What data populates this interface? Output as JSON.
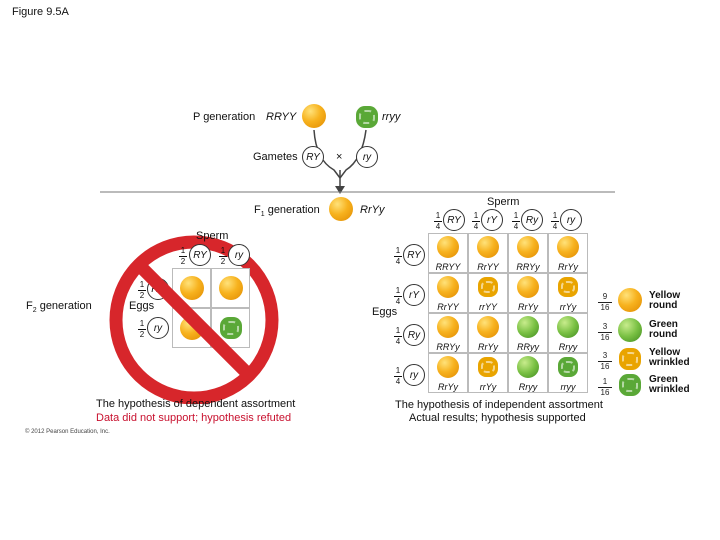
{
  "figure_title": "Figure 9.5A",
  "p_generation": {
    "label": "P generation",
    "left_genotype": "RRYY",
    "right_genotype": "rryy"
  },
  "gametes": {
    "label": "Gametes",
    "left": "RY",
    "right": "ry",
    "cross_symbol": "×"
  },
  "f1": {
    "label": "F",
    "subscript": "1",
    "suffix": " generation",
    "genotype": "RrYy"
  },
  "dependent": {
    "sperm_label": "Sperm",
    "eggs_label": "Eggs",
    "f2_label": "F",
    "f2_subscript": "2",
    "f2_suffix": " generation",
    "fraction_num": "1",
    "fraction_den": "2",
    "gametes": [
      "RY",
      "ry"
    ],
    "caption": "The hypothesis of dependent assortment",
    "result": "Data did not support; hypothesis refuted",
    "result_color": "#c8102e"
  },
  "independent": {
    "sperm_label": "Sperm",
    "eggs_label": "Eggs",
    "fraction_num": "1",
    "fraction_den": "4",
    "gametes": [
      "RY",
      "rY",
      "Ry",
      "ry"
    ],
    "rows": [
      [
        "RRYY",
        "RrYY",
        "RRYy",
        "RrYy"
      ],
      [
        "RrYY",
        "rrYY",
        "RrYy",
        "rrYy"
      ],
      [
        "RRYy",
        "RrYy",
        "RRyy",
        "Rryy"
      ],
      [
        "RrYy",
        "rrYy",
        "Rryy",
        "rryy"
      ]
    ],
    "caption": "The hypothesis of independent assortment",
    "result": "Actual results; hypothesis supported"
  },
  "legend": [
    {
      "num": "9",
      "den": "16",
      "line1": "Yellow",
      "line2": "round"
    },
    {
      "num": "3",
      "den": "16",
      "line1": "Green",
      "line2": "round"
    },
    {
      "num": "3",
      "den": "16",
      "line1": "Yellow",
      "line2": "wrinkled"
    },
    {
      "num": "1",
      "den": "16",
      "line1": "Green",
      "line2": "wrinkled"
    }
  ],
  "copyright": "© 2012 Pearson Education, Inc.",
  "colors": {
    "yellow_pea": "#f7b21e",
    "green_pea": "#79c043",
    "prohibition_red": "#d7262b"
  }
}
